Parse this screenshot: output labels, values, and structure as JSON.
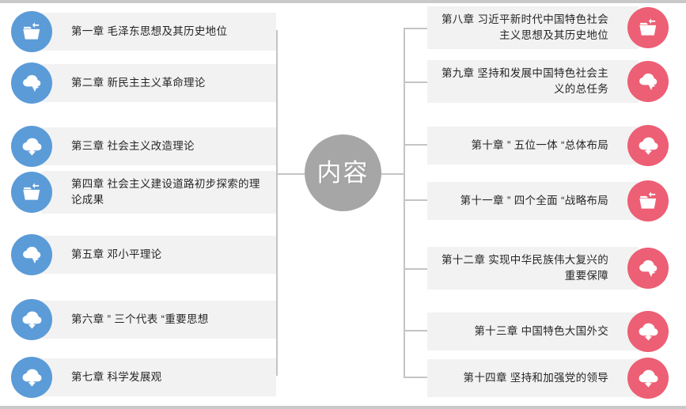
{
  "diagram": {
    "type": "mindmap",
    "center": {
      "label": "内容",
      "color": "#a6a6a6"
    },
    "colors": {
      "left_badge": "#5b9bd8",
      "right_badge": "#ec5f74",
      "box_background": "#f2f2f2",
      "connector": "#c4c4c4",
      "text": "#262626"
    },
    "left_branch": {
      "side": "left",
      "items": [
        {
          "label": "第一章  毛泽东思想及其历史地位",
          "icon": "folder-import-icon",
          "lines": 1
        },
        {
          "label": "第二章  新民主主义革命理论",
          "icon": "cloud-cursor-icon",
          "lines": 1
        },
        {
          "label": "第三章  社会主义改造理论",
          "icon": "cloud-download-icon",
          "lines": 1
        },
        {
          "label": "第四章  社会主义建设道路初步探索的理论成果",
          "icon": "folder-import-icon",
          "lines": 2
        },
        {
          "label": "第五章  邓小平理论",
          "icon": "cloud-cursor-icon",
          "lines": 1
        },
        {
          "label": "第六章 ” 三个代表 “重要思想",
          "icon": "cloud-download-icon",
          "lines": 1
        },
        {
          "label": "第七章   科学发展观",
          "icon": "cloud-download-icon",
          "lines": 1
        }
      ]
    },
    "right_branch": {
      "side": "right",
      "items": [
        {
          "label": "第八章  习近平新时代中国特色社会主义思想及其历史地位",
          "icon": "folder-import-icon",
          "lines": 2
        },
        {
          "label": "第九章  坚持和发展中国特色社会主义的总任务",
          "icon": "cloud-cursor-icon",
          "lines": 2
        },
        {
          "label": "第十章 ” 五位一体 “总体布局",
          "icon": "cloud-download-icon",
          "lines": 1
        },
        {
          "label": "第十一章 ” 四个全面 “战略布局",
          "icon": "folder-import-icon",
          "lines": 1
        },
        {
          "label": "第十二章  实现中华民族伟大复兴的重要保障",
          "icon": "cloud-cursor-icon",
          "lines": 2
        },
        {
          "label": "第十三章  中国特色大国外交",
          "icon": "cloud-download-icon",
          "lines": 1
        },
        {
          "label": "第十四章  坚持和加强党的领导",
          "icon": "cloud-download-icon",
          "lines": 1
        }
      ]
    }
  }
}
